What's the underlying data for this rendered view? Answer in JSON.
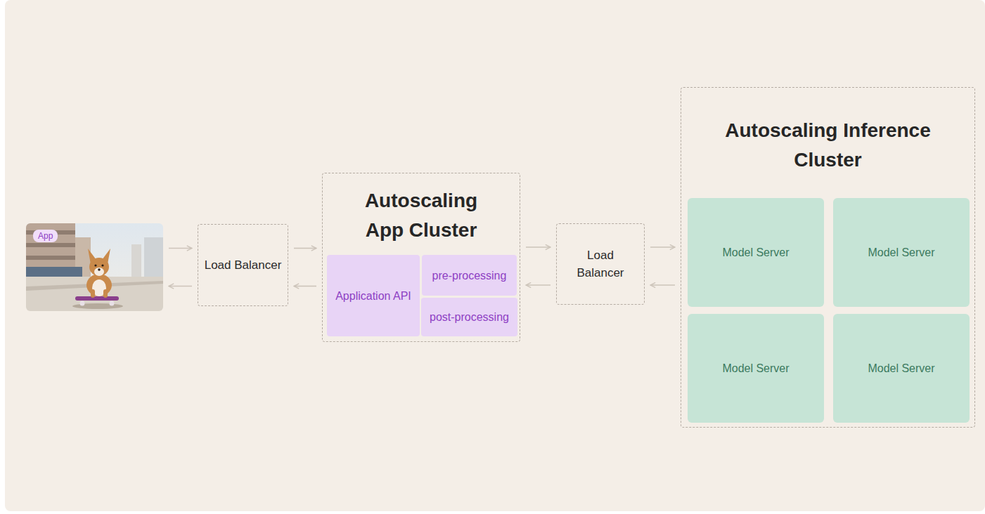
{
  "diagram": {
    "nodes": [
      {
        "text": [
          "App"
        ]
      },
      {
        "text": [
          "Load Balancer"
        ]
      },
      {
        "text": [
          "Autoscaling App Cluster"
        ]
      },
      {
        "text": [
          "Application API"
        ],
        "in": 2
      },
      {
        "text": [
          "pre-processing"
        ],
        "in": 2
      },
      {
        "text": [
          "post-processing"
        ],
        "in": 2
      },
      {
        "text": [
          "Load Balancer"
        ]
      },
      {
        "text": [
          "Autoscaling Inference Cluster"
        ]
      },
      {
        "text": [
          "Model Server"
        ],
        "in": 7
      },
      {
        "text": [
          "Model Server"
        ],
        "in": 7
      },
      {
        "text": [
          "Model Server"
        ],
        "in": 7
      },
      {
        "text": [
          "Model Server"
        ],
        "in": 7
      }
    ],
    "edges": [
      {
        "from": 0,
        "to": 1,
        "arrow": "to"
      },
      {
        "from": 1,
        "to": 0,
        "arrow": "to"
      },
      {
        "from": 1,
        "to": 2,
        "arrow": "to"
      },
      {
        "from": 2,
        "to": 1,
        "arrow": "to"
      },
      {
        "from": 2,
        "to": 6,
        "arrow": "to"
      },
      {
        "from": 6,
        "to": 2,
        "arrow": "to"
      },
      {
        "from": 6,
        "to": 7,
        "arrow": "to"
      },
      {
        "from": 7,
        "to": 6,
        "arrow": "to"
      }
    ]
  }
}
